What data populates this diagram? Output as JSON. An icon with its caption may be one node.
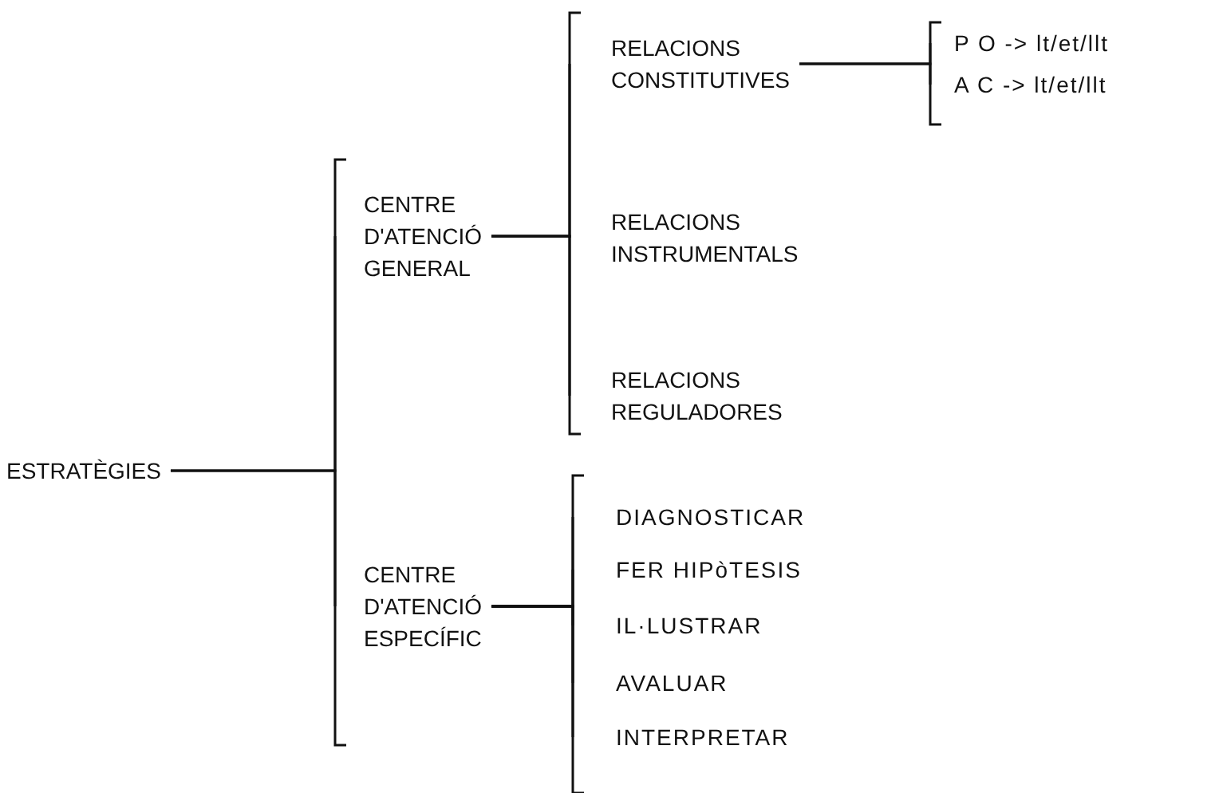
{
  "diagram": {
    "nodes": [
      {
        "text": [
          "ESTRATÈGIES"
        ]
      },
      {
        "text": [
          "CENTRE D'ATENCIÓ GENERAL"
        ]
      },
      {
        "text": [
          "CENTRE D'ATENCIÓ ESPECÍFIC"
        ]
      },
      {
        "text": [
          "RELACIONS CONSTITUTIVES"
        ]
      },
      {
        "text": [
          "RELACIONS INSTRUMENTALS"
        ]
      },
      {
        "text": [
          "RELACIONS REGULADORES"
        ]
      },
      {
        "text": [
          "P O -> lt/et/llt"
        ]
      },
      {
        "text": [
          "A C -> lt/et/llt"
        ]
      },
      {
        "text": [
          "DIAGNOSTICAR"
        ]
      },
      {
        "text": [
          "FER HIPòTESIS"
        ]
      },
      {
        "text": [
          "IL·LUSTRAR"
        ]
      },
      {
        "text": [
          "AVALUAR"
        ]
      },
      {
        "text": [
          "INTERPRETAR"
        ]
      }
    ],
    "edges": [
      {
        "from": 0,
        "to": 1,
        "arrow": "none"
      },
      {
        "from": 0,
        "to": 2,
        "arrow": "none"
      },
      {
        "from": 1,
        "to": 3,
        "arrow": "none"
      },
      {
        "from": 1,
        "to": 4,
        "arrow": "none"
      },
      {
        "from": 1,
        "to": 5,
        "arrow": "none"
      },
      {
        "from": 3,
        "to": 6,
        "arrow": "none"
      },
      {
        "from": 3,
        "to": 7,
        "arrow": "none"
      },
      {
        "from": 2,
        "to": 8,
        "arrow": "none"
      },
      {
        "from": 2,
        "to": 9,
        "arrow": "none"
      },
      {
        "from": 2,
        "to": 10,
        "arrow": "none"
      },
      {
        "from": 2,
        "to": 11,
        "arrow": "none"
      },
      {
        "from": 2,
        "to": 12,
        "arrow": "none"
      }
    ]
  }
}
